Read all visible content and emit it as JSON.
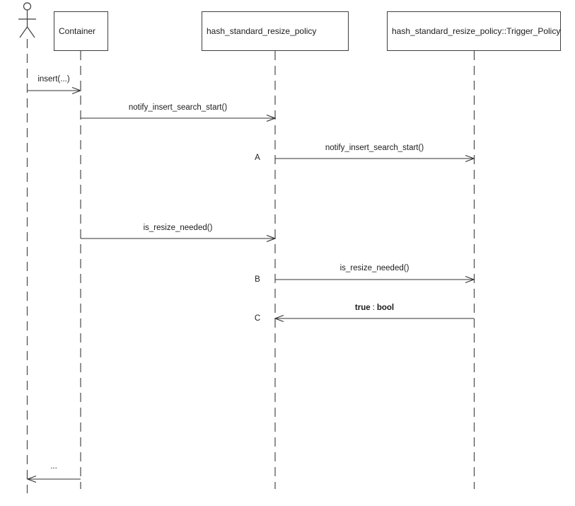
{
  "diagram_type": "uml-sequence",
  "participants": [
    {
      "kind": "actor"
    },
    {
      "kind": "object",
      "label": "Container"
    },
    {
      "kind": "object",
      "label": "hash_standard_resize_policy"
    },
    {
      "kind": "object",
      "label": "hash_standard_resize_policy::Trigger_Policy"
    }
  ],
  "messages": [
    {
      "label": "insert(...)",
      "from": "actor",
      "to": "Container",
      "direction": "right"
    },
    {
      "label": "notify_insert_search_start()",
      "from": "Container",
      "to": "hash_standard_resize_policy",
      "direction": "right"
    },
    {
      "marker": "A",
      "label": "notify_insert_search_start()",
      "from": "hash_standard_resize_policy",
      "to": "hash_standard_resize_policy::Trigger_Policy",
      "direction": "right"
    },
    {
      "label": "is_resize_needed()",
      "from": "Container",
      "to": "hash_standard_resize_policy",
      "direction": "right"
    },
    {
      "marker": "B",
      "label": "is_resize_needed()",
      "from": "hash_standard_resize_policy",
      "to": "hash_standard_resize_policy::Trigger_Policy",
      "direction": "right"
    },
    {
      "marker": "C",
      "value": "true",
      "separator": ":",
      "type": "bool",
      "from": "hash_standard_resize_policy::Trigger_Policy",
      "to": "hash_standard_resize_policy",
      "direction": "left"
    },
    {
      "label": "...",
      "from": "Container",
      "to": "actor",
      "direction": "left"
    }
  ],
  "colors": {
    "line": "#3f3f3f",
    "text": "#1c1c1c",
    "background": "#ffffff"
  }
}
